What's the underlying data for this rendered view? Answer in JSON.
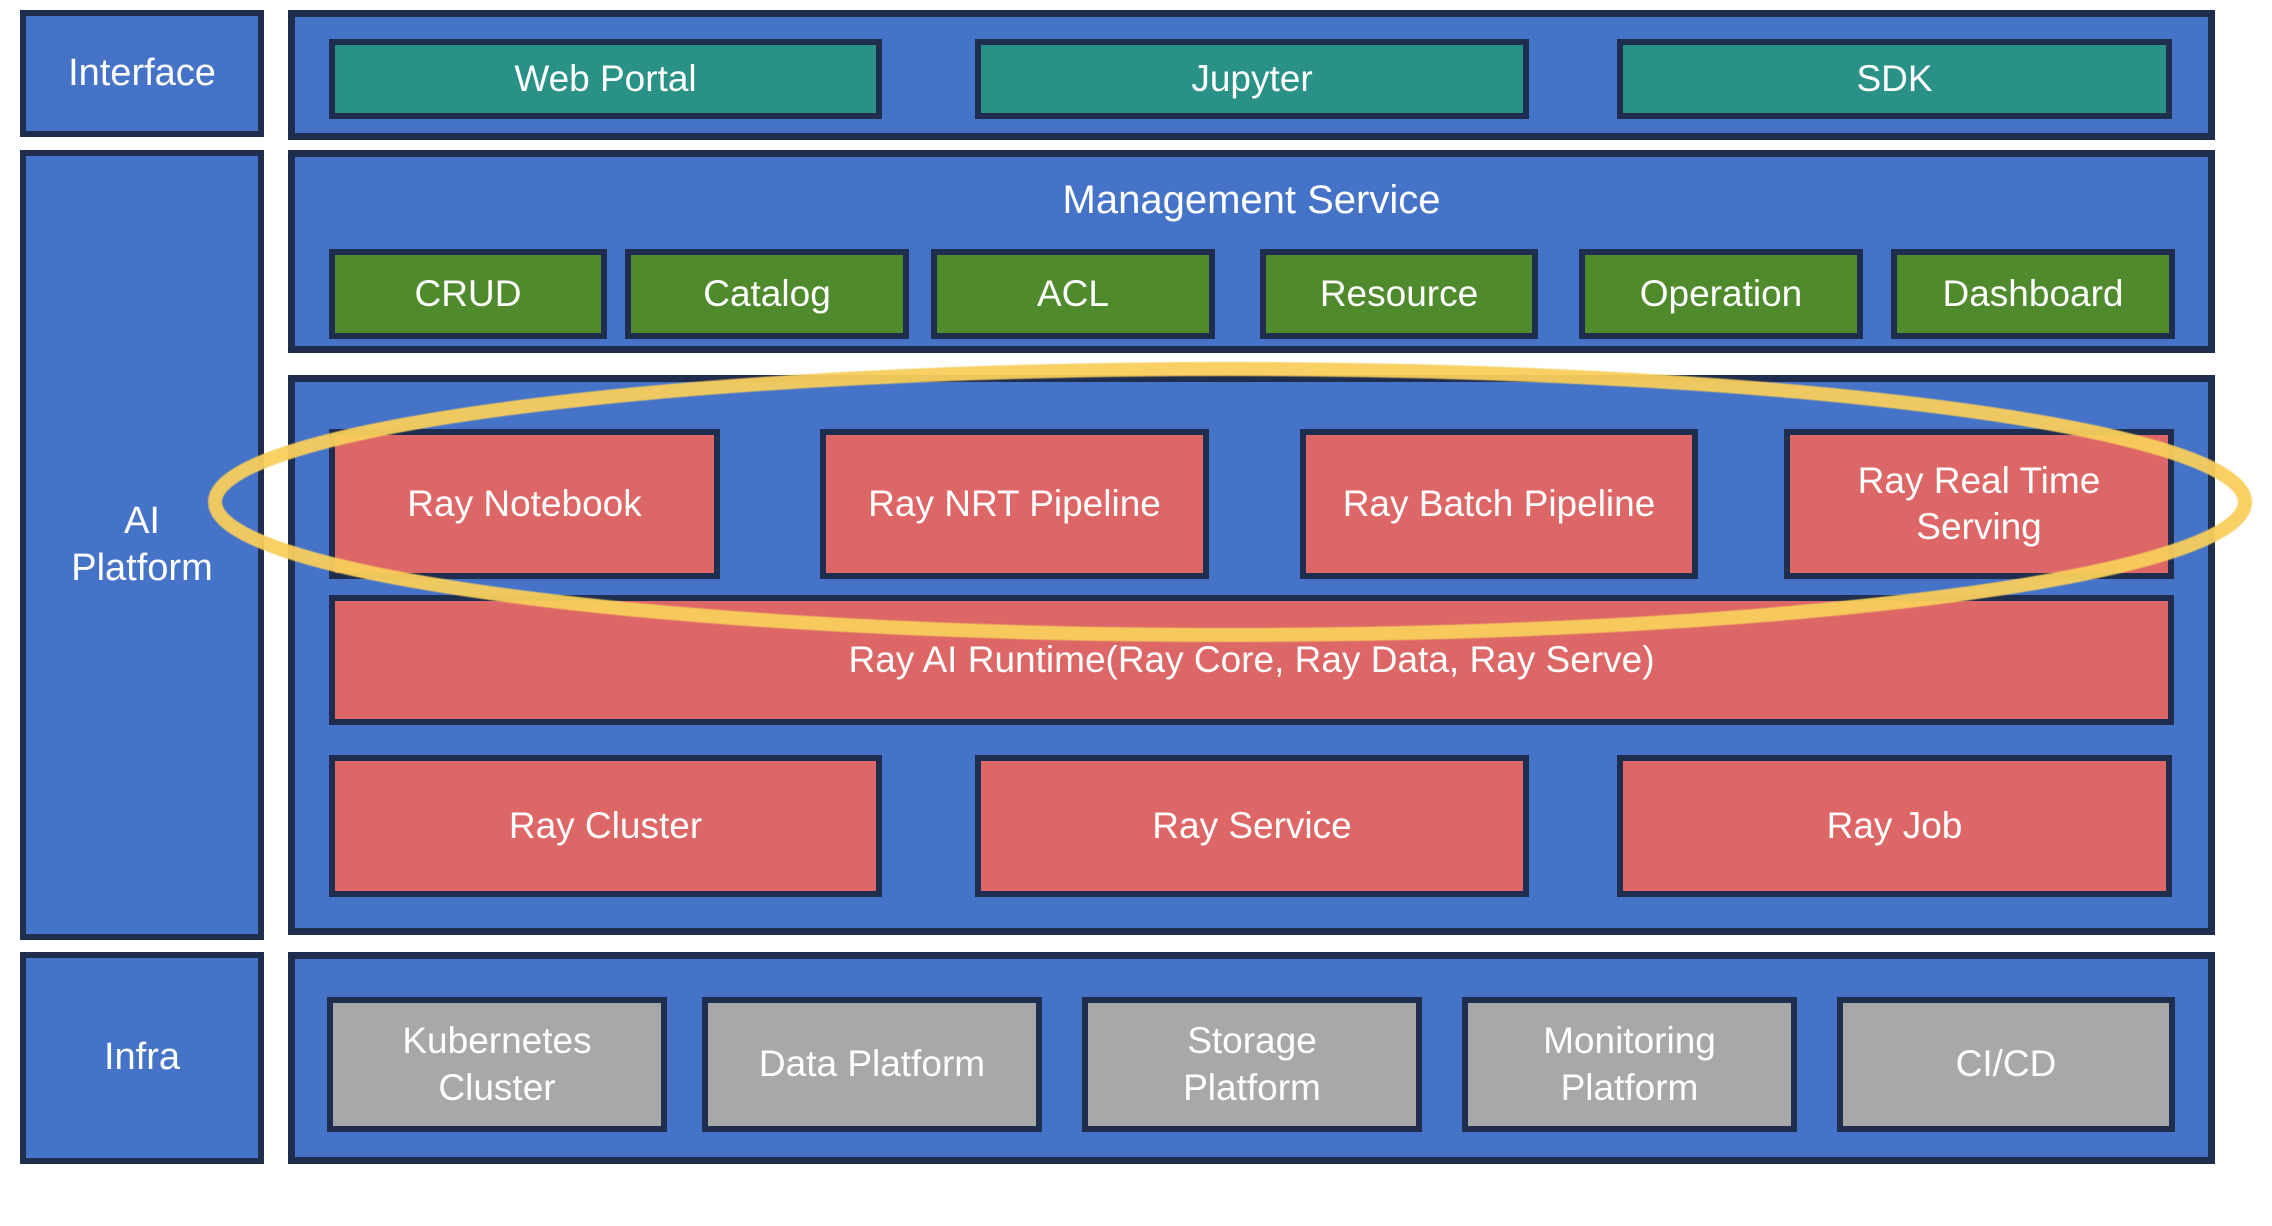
{
  "left_rail": {
    "interface_label": "Interface",
    "ai_platform_label": "AI\nPlatform",
    "infra_label": "Infra"
  },
  "interface_row": {
    "web_portal_label": "Web Portal",
    "jupyter_label": "Jupyter",
    "sdk_label": "SDK"
  },
  "management": {
    "title": "Management Service",
    "crud_label": "CRUD",
    "catalog_label": "Catalog",
    "acl_label": "ACL",
    "resource_label": "Resource",
    "operation_label": "Operation",
    "dashboard_label": "Dashboard"
  },
  "ray_layer": {
    "notebook_label": "Ray Notebook",
    "nrt_pipeline_label": "Ray NRT Pipeline",
    "batch_pipeline_label": "Ray Batch Pipeline",
    "real_time_serving_label": "Ray Real Time\nServing",
    "runtime_label": "Ray AI Runtime(Ray Core, Ray Data, Ray Serve)",
    "cluster_label": "Ray Cluster",
    "service_label": "Ray Service",
    "job_label": "Ray Job"
  },
  "infra_row": {
    "kubernetes_label": "Kubernetes\nCluster",
    "data_platform_label": "Data Platform",
    "storage_platform_label": "Storage\nPlatform",
    "monitoring_platform_label": "Monitoring\nPlatform",
    "cicd_label": "CI/CD"
  },
  "colors": {
    "panel_blue": "#4573C7",
    "border_navy": "#1F2E4E",
    "interface_teal": "#2A9186",
    "management_green": "#4F8A2D",
    "ray_red": "#DD6766",
    "infra_gray": "#A8A8A8",
    "highlight_yellow": "#F8CE5C",
    "text_white": "#FFFFFF"
  }
}
